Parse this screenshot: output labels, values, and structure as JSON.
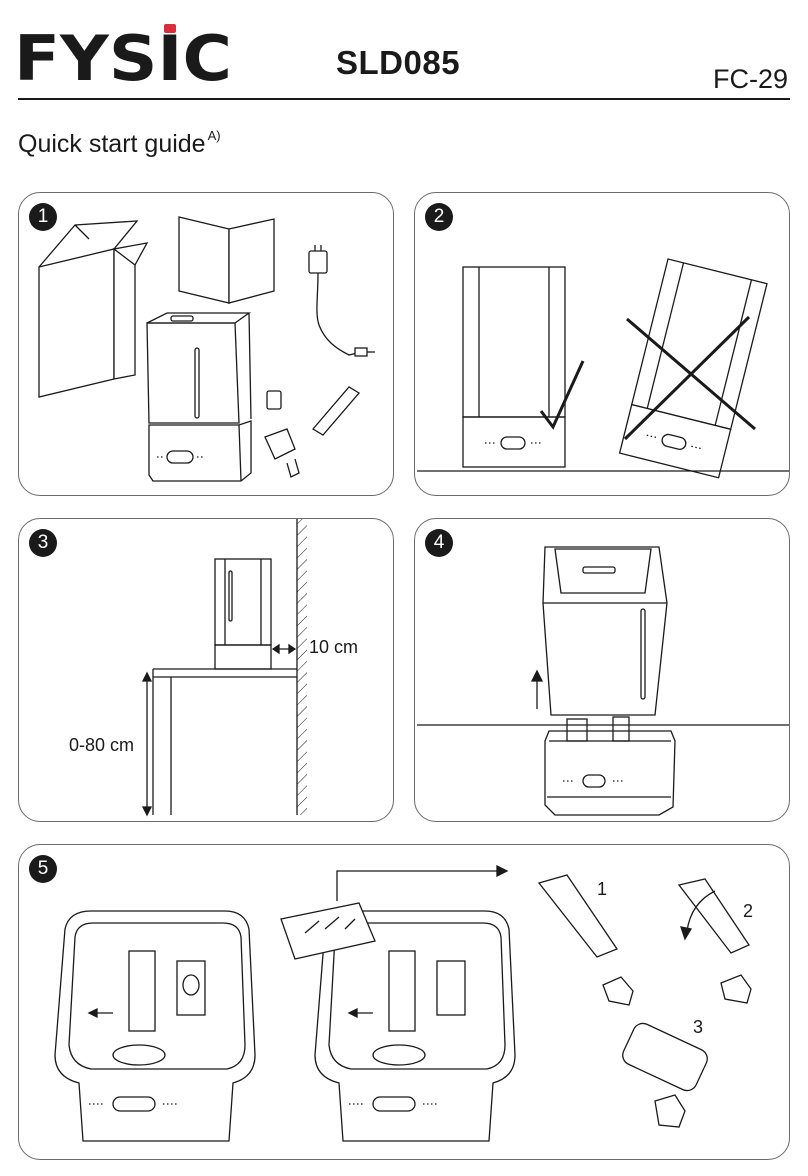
{
  "header": {
    "brand": "FYSIC",
    "model": "SLD085",
    "code": "FC-29"
  },
  "title": {
    "text": "Quick start guide",
    "note": "A)"
  },
  "steps": [
    {
      "number": "1"
    },
    {
      "number": "2"
    },
    {
      "number": "3",
      "distance_label": "10 cm",
      "height_label": "0-80 cm"
    },
    {
      "number": "4"
    },
    {
      "number": "5",
      "sub_labels": [
        "1",
        "2",
        "3"
      ]
    }
  ],
  "colors": {
    "ink": "#1a1a1a",
    "logo_dot": "#d92f3a",
    "frame": "#6b6b6b"
  }
}
